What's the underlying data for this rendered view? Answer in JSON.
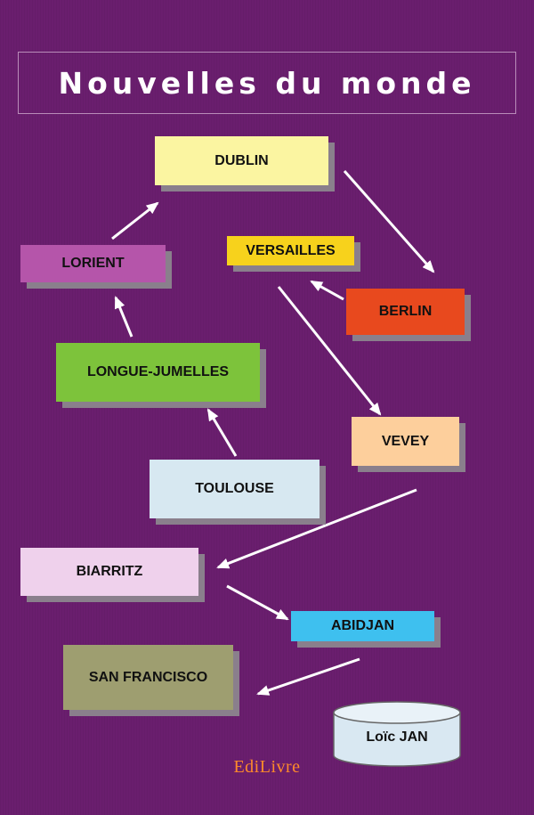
{
  "cover": {
    "title": "Nouvelles du monde",
    "author": "Loïc JAN",
    "publisher": "EdiLivre"
  },
  "cities": [
    {
      "id": "dublin",
      "label": "DUBLIN",
      "color": "#fbf5a1"
    },
    {
      "id": "versailles",
      "label": "VERSAILLES",
      "color": "#f7d21c"
    },
    {
      "id": "berlin",
      "label": "BERLIN",
      "color": "#e8491e"
    },
    {
      "id": "lorient",
      "label": "LORIENT",
      "color": "#b555aa"
    },
    {
      "id": "longue-jumelles",
      "label": "LONGUE-JUMELLES",
      "color": "#7dc33b"
    },
    {
      "id": "vevey",
      "label": "VEVEY",
      "color": "#fdcf9c"
    },
    {
      "id": "toulouse",
      "label": "TOULOUSE",
      "color": "#d7e8f1"
    },
    {
      "id": "biarritz",
      "label": "BIARRITZ",
      "color": "#efd1ec"
    },
    {
      "id": "abidjan",
      "label": "ABIDJAN",
      "color": "#3ec0ef"
    },
    {
      "id": "san-francisco",
      "label": "SAN FRANCISCO",
      "color": "#9e9e70"
    }
  ]
}
